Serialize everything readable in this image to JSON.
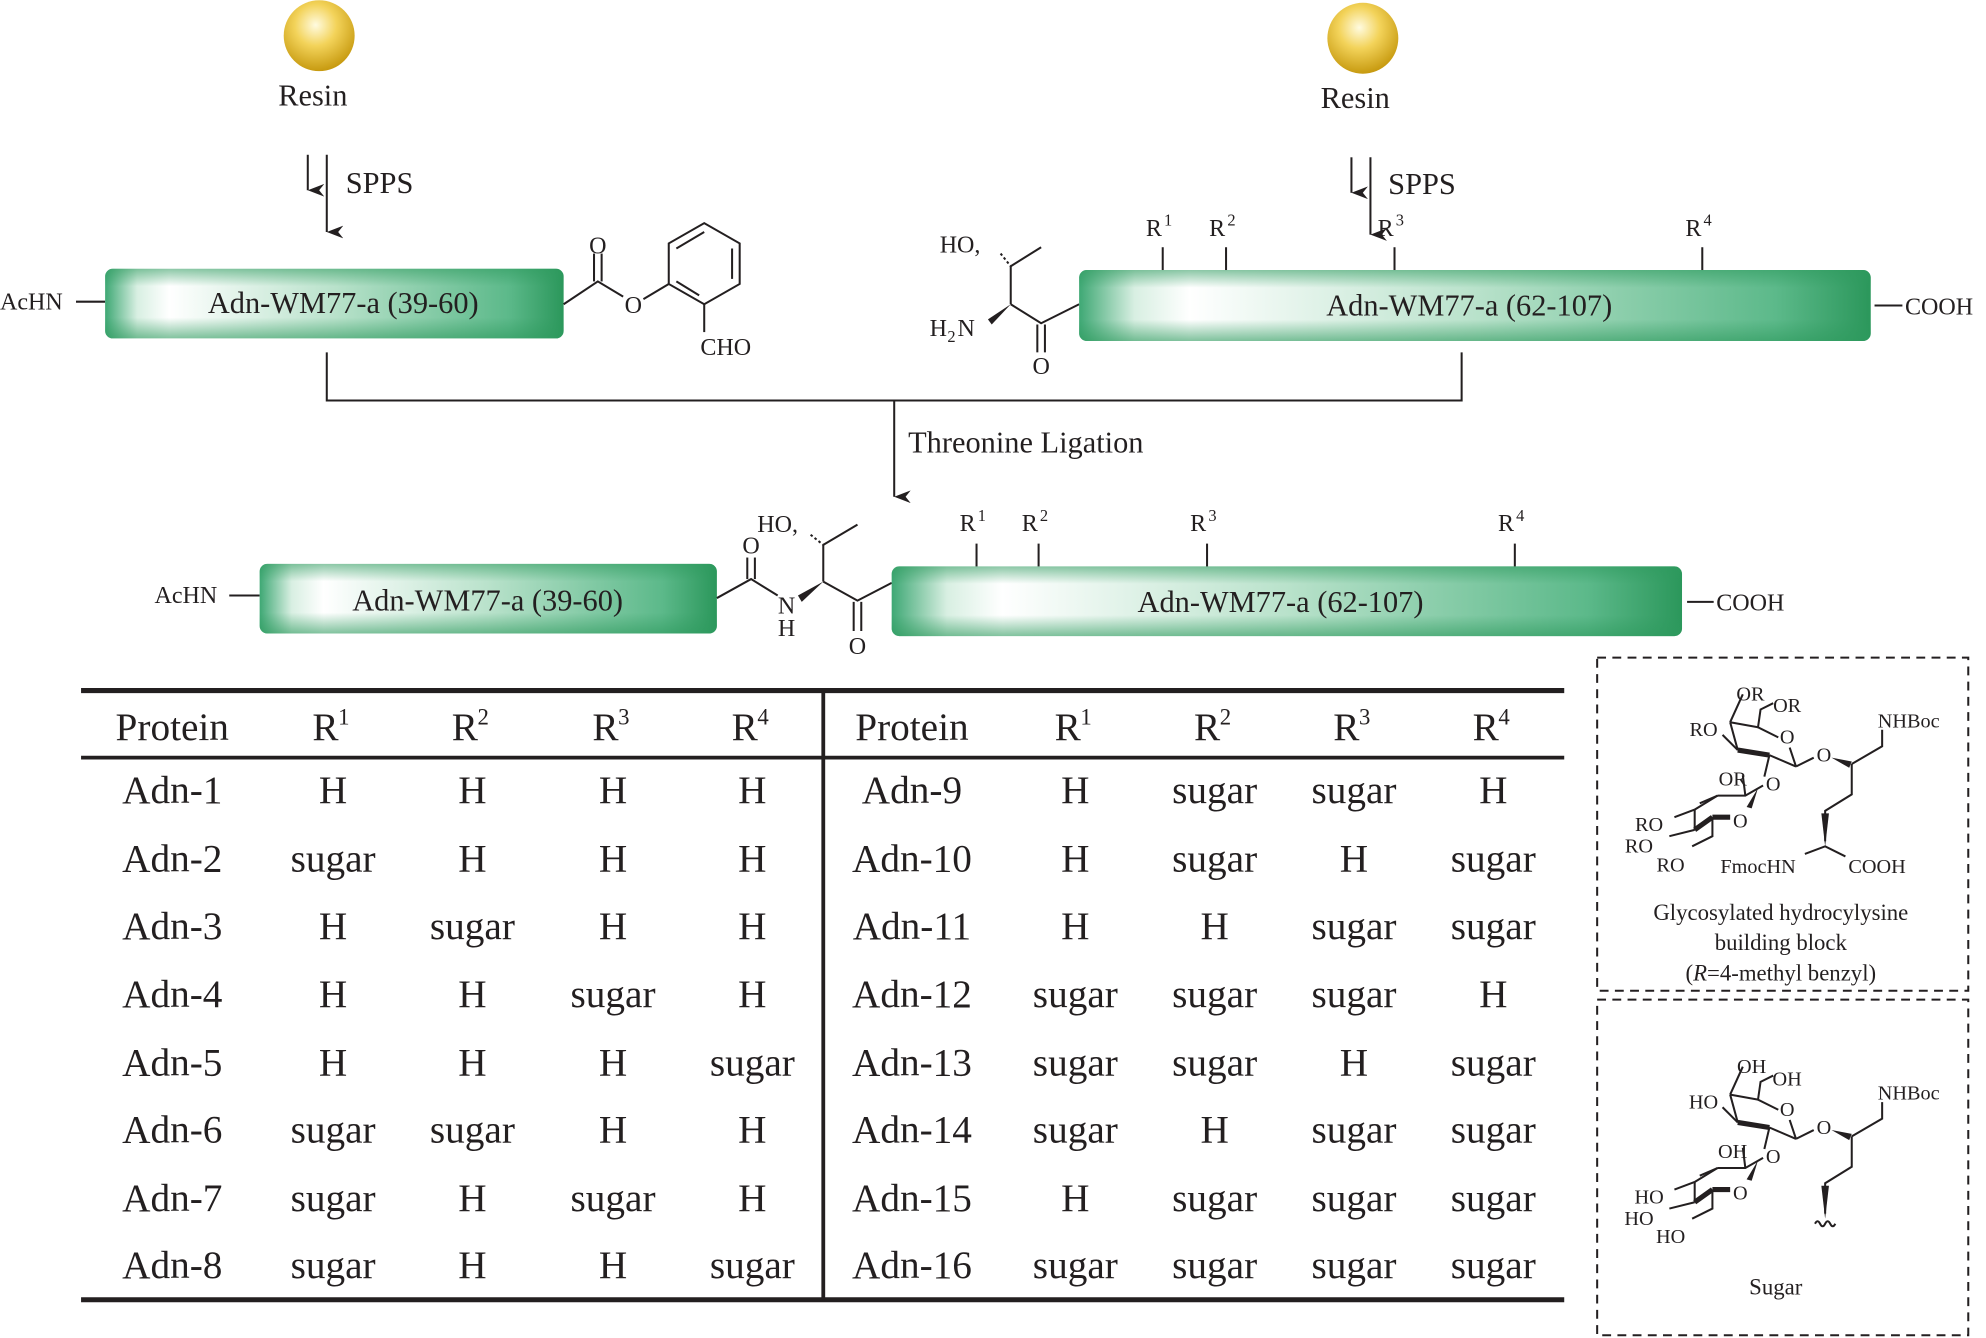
{
  "resin_label": "Resin",
  "spps_label": "SPPS",
  "ligation_label": "Threonine Ligation",
  "peptide_a": "Adn-WM77-a (39-60)",
  "peptide_b": "Adn-WM77-a (62-107)",
  "groups": {
    "achn": "AcHN",
    "cooh": "COOH",
    "cho": "CHO",
    "o": "O",
    "ho": "HO,",
    "h2n": "H",
    "h2n_sub": "2",
    "h2n_n": "N",
    "n": "N",
    "h": "H"
  },
  "r_labels": [
    {
      "r": "R",
      "n": "1"
    },
    {
      "r": "R",
      "n": "2"
    },
    {
      "r": "R",
      "n": "3"
    },
    {
      "r": "R",
      "n": "4"
    }
  ],
  "table": {
    "header": [
      "Protein",
      "R",
      "R",
      "R",
      "R"
    ],
    "header_sup": [
      "",
      "1",
      "2",
      "3",
      "4"
    ],
    "left_rows": [
      [
        "Adn-1",
        "H",
        "H",
        "H",
        "H"
      ],
      [
        "Adn-2",
        "sugar",
        "H",
        "H",
        "H"
      ],
      [
        "Adn-3",
        "H",
        "sugar",
        "H",
        "H"
      ],
      [
        "Adn-4",
        "H",
        "H",
        "sugar",
        "H"
      ],
      [
        "Adn-5",
        "H",
        "H",
        "H",
        "sugar"
      ],
      [
        "Adn-6",
        "sugar",
        "sugar",
        "H",
        "H"
      ],
      [
        "Adn-7",
        "sugar",
        "H",
        "sugar",
        "H"
      ],
      [
        "Adn-8",
        "sugar",
        "H",
        "H",
        "sugar"
      ]
    ],
    "right_rows": [
      [
        "Adn-9",
        "H",
        "sugar",
        "sugar",
        "H"
      ],
      [
        "Adn-10",
        "H",
        "sugar",
        "H",
        "sugar"
      ],
      [
        "Adn-11",
        "H",
        "H",
        "sugar",
        "sugar"
      ],
      [
        "Adn-12",
        "sugar",
        "sugar",
        "sugar",
        "H"
      ],
      [
        "Adn-13",
        "sugar",
        "sugar",
        "H",
        "sugar"
      ],
      [
        "Adn-14",
        "sugar",
        "H",
        "sugar",
        "sugar"
      ],
      [
        "Adn-15",
        "H",
        "sugar",
        "sugar",
        "sugar"
      ],
      [
        "Adn-16",
        "sugar",
        "sugar",
        "sugar",
        "sugar"
      ]
    ]
  },
  "building_block": {
    "labels": {
      "or1": "OR",
      "or2": "OR",
      "ro1": "RO",
      "o_ring": "O",
      "nhboc": "NHBoc",
      "o_gly": "O",
      "or3": "OR",
      "o_link": "O",
      "o_ring2": "O",
      "ro2": "RO",
      "ro3": "RO",
      "ro4": "RO",
      "fmochn": "FmocHN",
      "cooh": "COOH"
    },
    "caption_1": "Glycosylated hydrocylysine",
    "caption_2": "building block",
    "caption_3_open": "(",
    "caption_3_r": "R",
    "caption_3_rest": "=4-methyl benzyl)"
  },
  "sugar": {
    "labels": {
      "oh1": "OH",
      "oh2": "OH",
      "ho1": "HO",
      "o_ring": "O",
      "nhboc": "NHBoc",
      "o_gly": "O",
      "oh3": "OH",
      "o_link": "O",
      "o_ring2": "O",
      "ho2": "HO",
      "ho3": "HO",
      "ho4": "HO"
    },
    "caption": "Sugar"
  },
  "colors": {
    "peptide_green": "#2e9a5e",
    "resin_gold": "#e8b923"
  }
}
